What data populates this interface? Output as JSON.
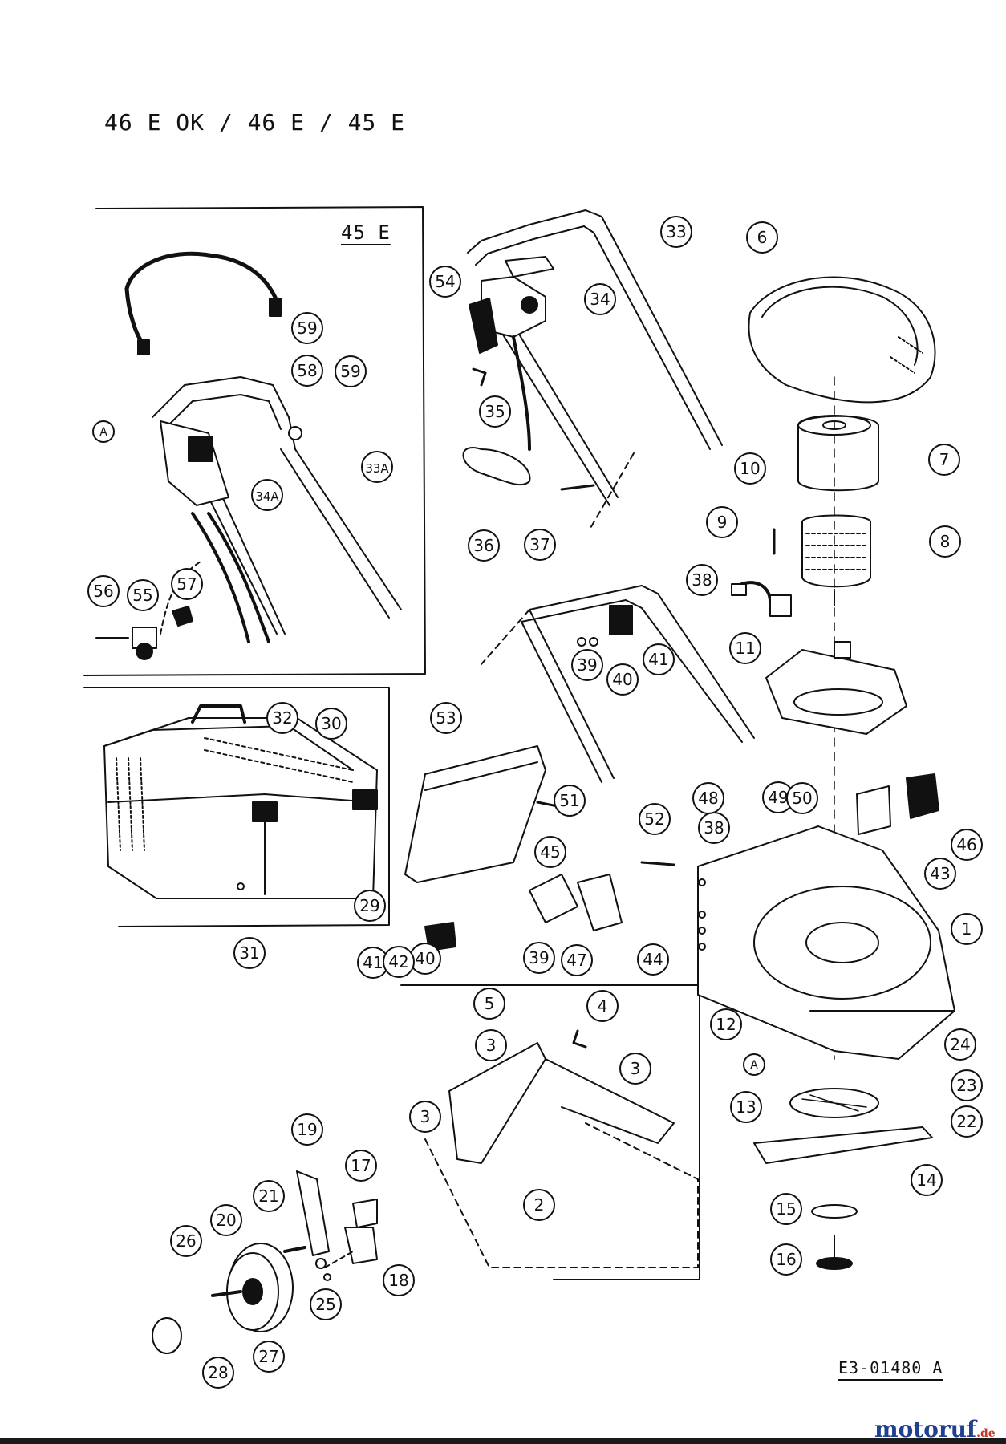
{
  "header": {
    "title": "46 E OK  /  46 E  /  45 E"
  },
  "inset": {
    "label": "45 E"
  },
  "footer": {
    "reference": "E3-01480 A",
    "watermark_main": "motoruf",
    "watermark_suffix": ".de"
  },
  "callouts": [
    "1",
    "2",
    "3",
    "3",
    "3",
    "4",
    "5",
    "6",
    "7",
    "8",
    "9",
    "10",
    "11",
    "12",
    "13",
    "14",
    "15",
    "16",
    "17",
    "18",
    "19",
    "20",
    "21",
    "22",
    "23",
    "24",
    "25",
    "26",
    "27",
    "28",
    "29",
    "30",
    "31",
    "32",
    "33",
    "33A",
    "34",
    "34A",
    "35",
    "36",
    "37",
    "38",
    "38",
    "39",
    "39",
    "40",
    "40",
    "41",
    "41",
    "42",
    "43",
    "44",
    "45",
    "46",
    "47",
    "48",
    "49",
    "50",
    "51",
    "52",
    "53",
    "54",
    "55",
    "56",
    "57",
    "58",
    "59",
    "59",
    "A",
    "A"
  ]
}
